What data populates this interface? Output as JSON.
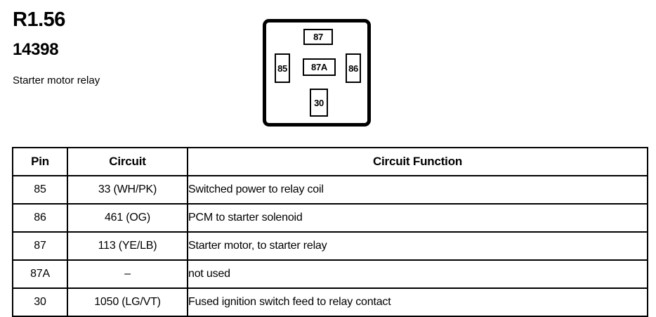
{
  "header": {
    "relay_id": "R1.56",
    "part_number": "14398",
    "description": "Starter motor relay"
  },
  "diagram": {
    "terminals": [
      {
        "label": "87",
        "position": "top"
      },
      {
        "label": "85",
        "position": "left"
      },
      {
        "label": "87A",
        "position": "center"
      },
      {
        "label": "86",
        "position": "right"
      },
      {
        "label": "30",
        "position": "bottom"
      }
    ]
  },
  "table": {
    "columns": [
      "Pin",
      "Circuit",
      "Circuit Function"
    ],
    "rows": [
      {
        "pin": "85",
        "circuit": "33 (WH/PK)",
        "function": "Switched power to relay coil"
      },
      {
        "pin": "86",
        "circuit": "461 (OG)",
        "function": "PCM to starter solenoid"
      },
      {
        "pin": "87",
        "circuit": "113 (YE/LB)",
        "function": "Starter motor, to starter relay"
      },
      {
        "pin": "87A",
        "circuit": "–",
        "function": "not used"
      },
      {
        "pin": "30",
        "circuit": "1050 (LG/VT)",
        "function": "Fused ignition switch feed to relay contact"
      }
    ]
  },
  "colors": {
    "ink": "#000000",
    "paper": "#ffffff"
  }
}
